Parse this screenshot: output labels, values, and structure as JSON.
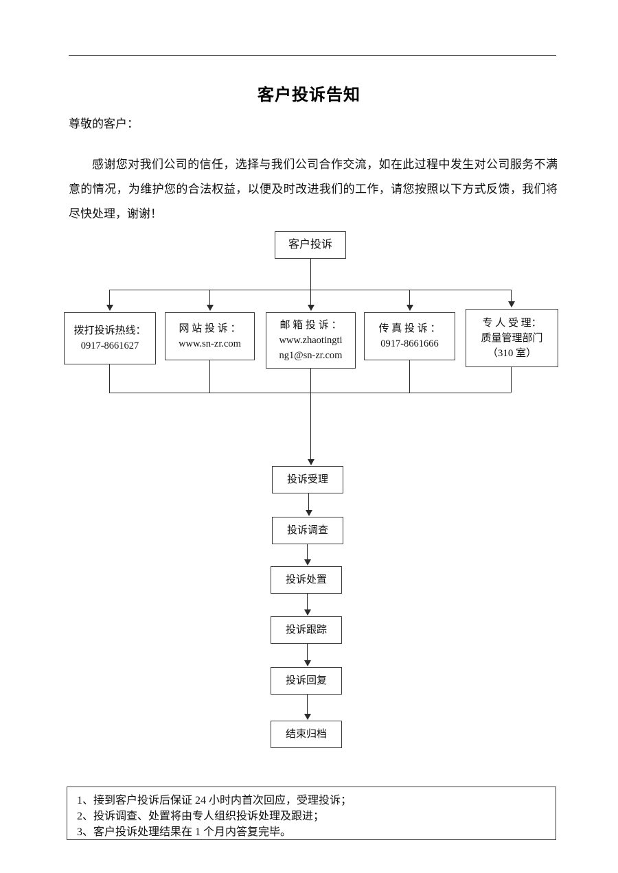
{
  "document": {
    "title": "客户投诉告知",
    "salutation": "尊敬的客户：",
    "body": "感谢您对我们公司的信任，选择与我们公司合作交流，如在此过程中发生对公司服务不满意的情况，为维护您的合法权益，以便及时改进我们的工作，请您按照以下方式反馈，我们将尽快处理，谢谢！"
  },
  "flowchart": {
    "start": {
      "label": "客户投诉"
    },
    "channels": [
      {
        "name": "hotline",
        "title": "拨打投诉热线：",
        "value": "0917-8661627"
      },
      {
        "name": "website",
        "title": "网 站 投 诉 ：",
        "value": "www.sn-zr.com"
      },
      {
        "name": "email",
        "title": "邮 箱 投 诉 ：",
        "value_line1": "www.zhaotingti",
        "value_line2": "ng1@sn-zr.com"
      },
      {
        "name": "fax",
        "title": "传 真 投 诉 ：",
        "value": "0917-8661666"
      },
      {
        "name": "person",
        "title": "专 人 受 理：",
        "value_line1": "质量管理部门",
        "value_line2": "（310 室）"
      }
    ],
    "steps": [
      {
        "name": "accept",
        "label": "投诉受理"
      },
      {
        "name": "investigate",
        "label": "投诉调查"
      },
      {
        "name": "handle",
        "label": "投诉处置"
      },
      {
        "name": "track",
        "label": "投诉跟踪"
      },
      {
        "name": "reply",
        "label": "投诉回复"
      },
      {
        "name": "close",
        "label": "结束归档"
      }
    ]
  },
  "notes": [
    "1、接到客户投诉后保证 24 小时内首次回应，受理投诉；",
    "2、投诉调查、处置将由专人组织投诉处理及跟进；",
    "3、客户投诉处理结果在 1 个月内答复完毕。"
  ],
  "colors": {
    "ink": "#111111",
    "line": "#2b2b2b",
    "border": "#3a3a3a"
  }
}
